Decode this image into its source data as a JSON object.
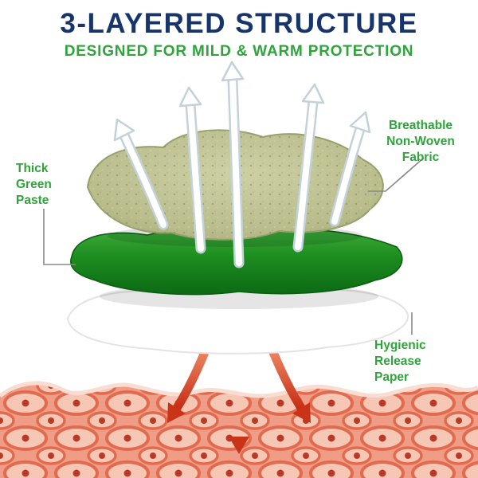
{
  "header": {
    "title": "3-LAYERED STRUCTURE",
    "subtitle": "DESIGNED FOR MILD & WARM PROTECTION"
  },
  "labels": {
    "thick_green_paste": "Thick\nGreen\nPaste",
    "breathable_fabric": "Breathable\nNon-Woven\nFabric",
    "release_paper": "Hygienic\nRelease\nPaper"
  },
  "layers": [
    {
      "name": "breathable-non-woven-fabric"
    },
    {
      "name": "thick-green-paste"
    },
    {
      "name": "hygienic-release-paper"
    }
  ],
  "colors": {
    "title_navy": "#17356b",
    "label_green": "#2ea43b",
    "paste_green": "#1d8c1f",
    "fabric_olive": "#b9bd8c",
    "arrow_red": "#c93318",
    "skin_pink": "#ef9d86"
  }
}
